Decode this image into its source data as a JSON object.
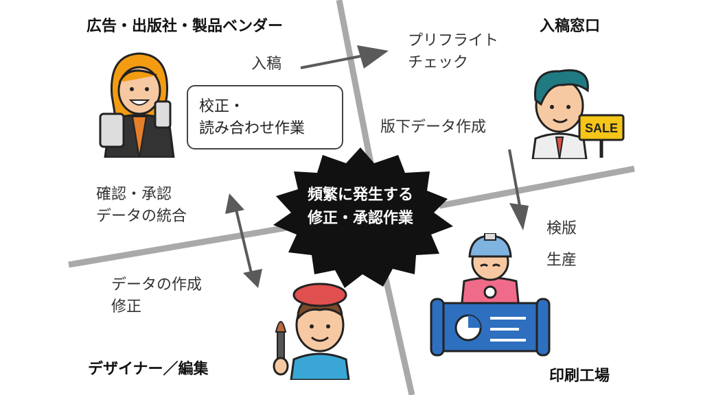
{
  "corners": {
    "top_left": "広告・出版社・製品ベンダー",
    "top_right": "入稿窓口",
    "bottom_left": "デザイナー／編集",
    "bottom_right": "印刷工場"
  },
  "center": {
    "text": "頻繁に発生する\n修正・承認作業"
  },
  "labels": {
    "submission": "入稿",
    "preflight": "プリフライト\nチェック",
    "proof": "校正・\n読み合わせ作業",
    "plate_data": "版下データ作成",
    "confirm": "確認・承認\nデータの統合",
    "create": "データの作成\n修正",
    "plate_inspection": "検版",
    "production": "生産"
  },
  "figures": {
    "vendor_person": "person-with-tablet-and-phone",
    "reception_person": "person-with-sign",
    "sale_sign": "SALE",
    "factory_worker": "worker-with-blueprint",
    "designer": "artist-with-brush"
  },
  "colors": {
    "divider": "#a9a9a9",
    "arrow": "#5a5a5a",
    "burst": "#111111",
    "sale_sign": "#f5c518",
    "hair_orange": "#f39c12",
    "hair_teal": "#1f7a82",
    "helmet": "#7fb3e0",
    "shirt_pink": "#f06b8a",
    "blueprint": "#2e6fbf",
    "beret": "#e0504f",
    "shirt_blue": "#3aa6d6"
  }
}
